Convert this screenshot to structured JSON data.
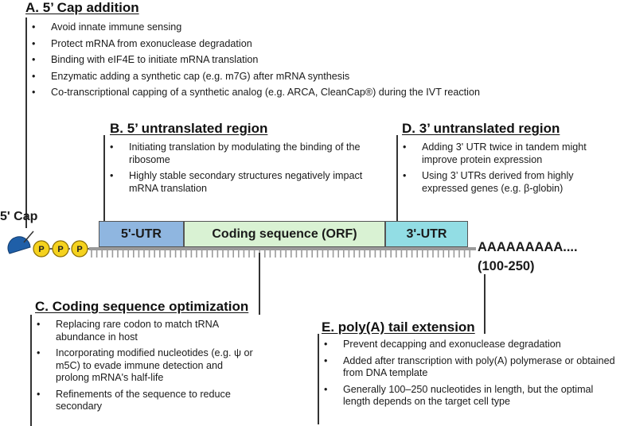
{
  "section_a": {
    "title": "A. 5’ Cap addition",
    "bullets": [
      "Avoid innate immune sensing",
      "Protect mRNA from exonuclease degradation",
      "Binding with eIF4E to initiate mRNA translation",
      "Enzymatic adding a synthetic cap (e.g. m7G) after mRNA synthesis",
      "Co-transcriptional capping of a synthetic analog (e.g. ARCA, CleanCap®) during the IVT reaction"
    ]
  },
  "section_b": {
    "title": "B. 5’  untranslated region",
    "bullets": [
      "Initiating translation by modulating the binding of the ribosome",
      "Highly stable secondary structures negatively impact mRNA translation"
    ]
  },
  "section_c": {
    "title": "C. Coding sequence optimization",
    "bullets": [
      "Replacing rare codon to match tRNA abundance in host",
      "Incorporating modified nucleotides (e.g. ψ or m5C) to evade immune detection and prolong mRNA's half-life",
      "Refinements of the sequence to reduce secondary"
    ]
  },
  "section_d": {
    "title": "D. 3’  untranslated region",
    "bullets": [
      "Adding 3' UTR twice in tandem might improve protein expression",
      "Using 3’ UTRs derived from highly expressed genes (e.g. β-globin)"
    ]
  },
  "section_e": {
    "title": "E. poly(A) tail extension",
    "bullets": [
      "Prevent decapping and exonuclease degradation",
      "Added after transcription with poly(A) polymerase or obtained from DNA template",
      "Generally 100–250 nucleotides in length, but the optimal length depends on the target cell type"
    ]
  },
  "mrna": {
    "cap_label": "5' Cap",
    "phosphate_label": "P",
    "utr5_label": "5'-UTR",
    "orf_label": "Coding sequence (ORF)",
    "utr3_label": "3'-UTR",
    "polya_label": "AAAAAAAAA....",
    "polya_length": "(100-250)"
  },
  "colors": {
    "utr5": "#8fb6e0",
    "orf": "#d9f2d3",
    "utr3": "#92dde4",
    "cap": "#1f5fa8",
    "phosphate": "#f5d21e",
    "backbone": "#9a9a9a"
  }
}
